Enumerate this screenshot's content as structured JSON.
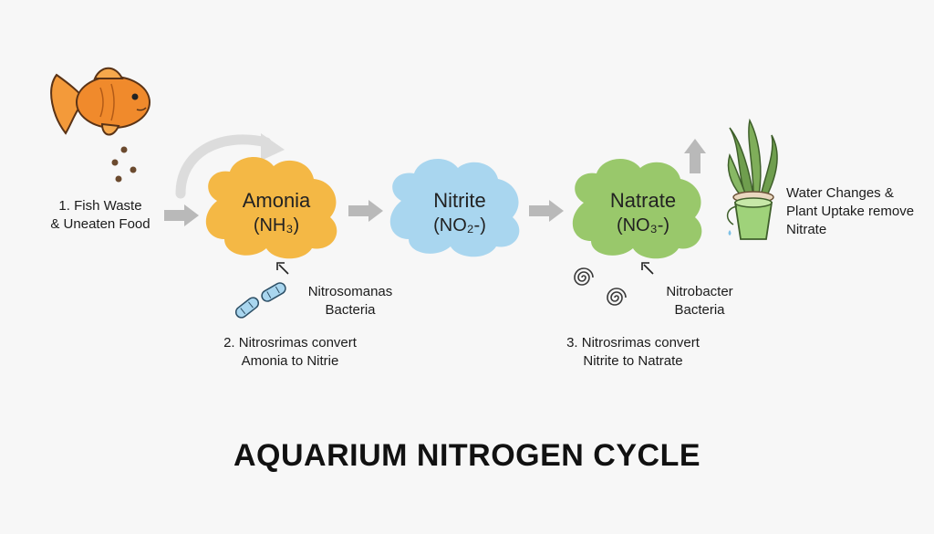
{
  "title": "AQUARIUM NITROGEN CYCLE",
  "step1": {
    "line1": "1. Fish Waste",
    "line2": "& Uneaten Food"
  },
  "stages": [
    {
      "name": "Amonia",
      "formula": "(NH₃)",
      "color": "#f4b845"
    },
    {
      "name": "Nitrite",
      "formula": "(NO₂-)",
      "color": "#a9d6ef"
    },
    {
      "name": "Natrate",
      "formula": "(NO₃-)",
      "color": "#99c86b"
    }
  ],
  "bacteria": [
    {
      "line1": "Nitrosomanas",
      "line2": "Bacteria"
    },
    {
      "line1": "Nitrobacter",
      "line2": "Bacteria"
    }
  ],
  "step2": {
    "line1": "2. Nitrosrimas convert",
    "line2": "Amonia to Nitrie"
  },
  "step3": {
    "line1": "3. Nitrosrimas convert",
    "line2": "Nitrite to Natrate"
  },
  "removal": {
    "line1": "Water Changes &",
    "line2": "Plant Uptake remove",
    "line3": "Nitrate"
  },
  "colors": {
    "arrow": "#b9b9b9",
    "fish": "#ef8a2a",
    "bucket": "#9fd27a",
    "plant": "#4f7a3a"
  }
}
